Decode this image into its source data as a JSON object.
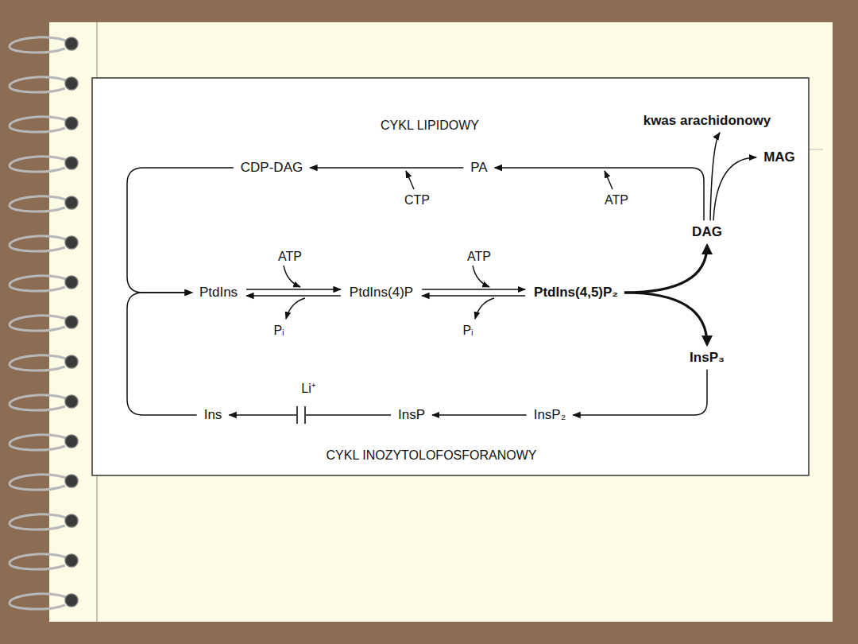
{
  "diagram": {
    "nodes": [
      {
        "text": [
          "CDP-DAG"
        ]
      },
      {
        "text": [
          "PA"
        ]
      },
      {
        "text": [
          "DAG"
        ]
      },
      {
        "text": [
          "PtdIns"
        ]
      },
      {
        "text": [
          "PtdIns(4)P"
        ]
      },
      {
        "text": [
          "PtdIns(4,5)P₂"
        ]
      },
      {
        "text": [
          "InsP₃"
        ]
      },
      {
        "text": [
          "InsP₂"
        ]
      },
      {
        "text": [
          "InsP"
        ]
      },
      {
        "text": [
          "Ins"
        ]
      },
      {
        "text": [
          "kwas arachidonowy"
        ]
      },
      {
        "text": [
          "MAG"
        ]
      }
    ],
    "edges": [
      {
        "from": 2,
        "to": 1,
        "arrow": "to"
      },
      {
        "from": 1,
        "to": 0,
        "arrow": "to"
      },
      {
        "from": 0,
        "to": 3,
        "arrow": "to"
      },
      {
        "from": 9,
        "to": 3,
        "arrow": "to"
      },
      {
        "from": 3,
        "to": 4,
        "arrow": "both"
      },
      {
        "from": 4,
        "to": 5,
        "arrow": "both"
      },
      {
        "from": 5,
        "to": 2,
        "arrow": "to"
      },
      {
        "from": 5,
        "to": 6,
        "arrow": "to"
      },
      {
        "from": 6,
        "to": 7,
        "arrow": "to"
      },
      {
        "from": 7,
        "to": 8,
        "arrow": "to"
      },
      {
        "from": 8,
        "to": 9,
        "arrow": "to"
      },
      {
        "from": 2,
        "to": 10,
        "arrow": "to"
      },
      {
        "from": 2,
        "to": 11,
        "arrow": "to"
      }
    ],
    "labels": [
      "CYKL LIPIDOWY",
      "CTP",
      "ATP",
      "ATP",
      "Pᵢ",
      "ATP",
      "Pᵢ",
      "Li⁺",
      "CYKL INOZYTOLOFOSFORANOWY"
    ]
  }
}
